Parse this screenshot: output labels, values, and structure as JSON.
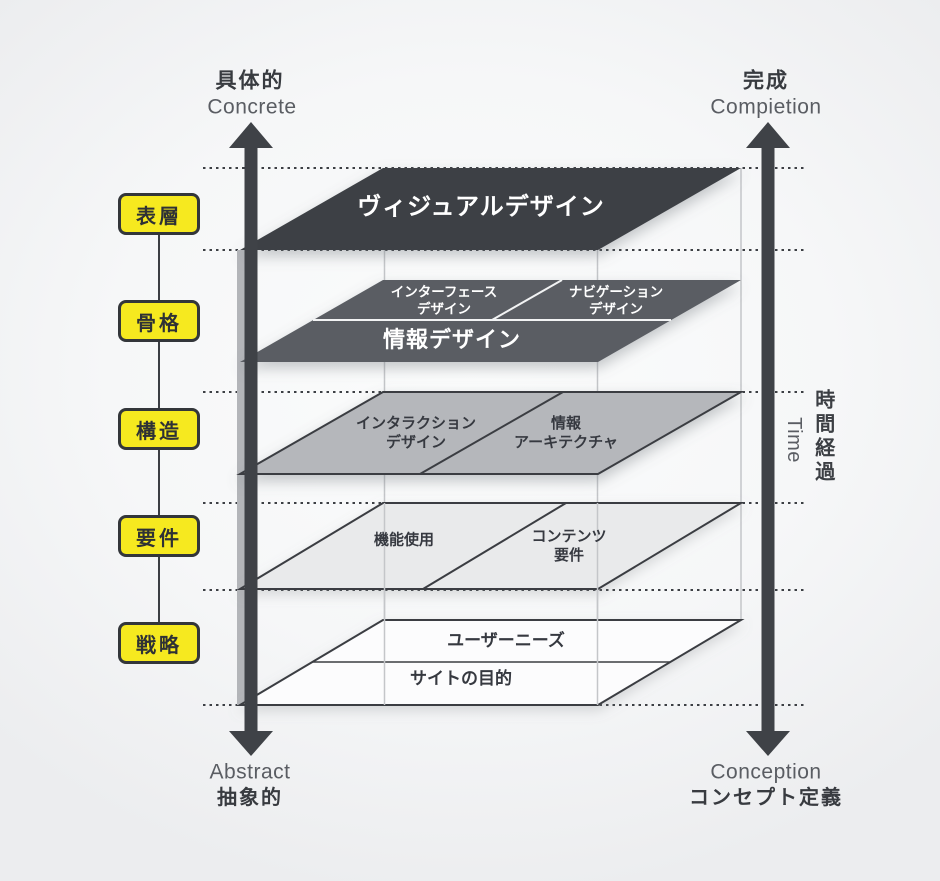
{
  "axis_top_left": {
    "jp": "具体的",
    "en": "Concrete"
  },
  "axis_top_right": {
    "jp": "完成",
    "en": "Compietion"
  },
  "axis_bottom_left": {
    "en": "Abstract",
    "jp": "抽象的"
  },
  "axis_bottom_right": {
    "en": "Conception",
    "jp": "コンセプト定義"
  },
  "time_axis": {
    "jp": "時間経過",
    "en": "Time"
  },
  "stages": [
    "表層",
    "骨格",
    "構造",
    "要件",
    "戦略"
  ],
  "layers": {
    "surface": {
      "title": "ヴィジュアルデザイン"
    },
    "skeleton": {
      "cell1": "インターフェース\nデザイン",
      "cell2": "ナビゲーション\nデザイン",
      "band": "情報デザイン"
    },
    "structure": {
      "cell1": "インタラクション\nデザイン",
      "cell2": "情報\nアーキテクチャ"
    },
    "scope": {
      "cell1": "機能使用",
      "cell2": "コンテンツ\n要件"
    },
    "strategy": {
      "band1": "ユーザーニーズ",
      "band2": "サイトの目的"
    }
  },
  "colors": {
    "accent_yellow": "#f6e91f",
    "layer_surface": "#3d4045",
    "layer_skeleton": "#5a5d63",
    "layer_structure": "#b5b7bb",
    "layer_scope": "#e9eaeb",
    "layer_strategy": "#fcfcfd",
    "ink": "#33363b",
    "muted_text": "#5a5d63",
    "arrow": "#3f4247"
  }
}
